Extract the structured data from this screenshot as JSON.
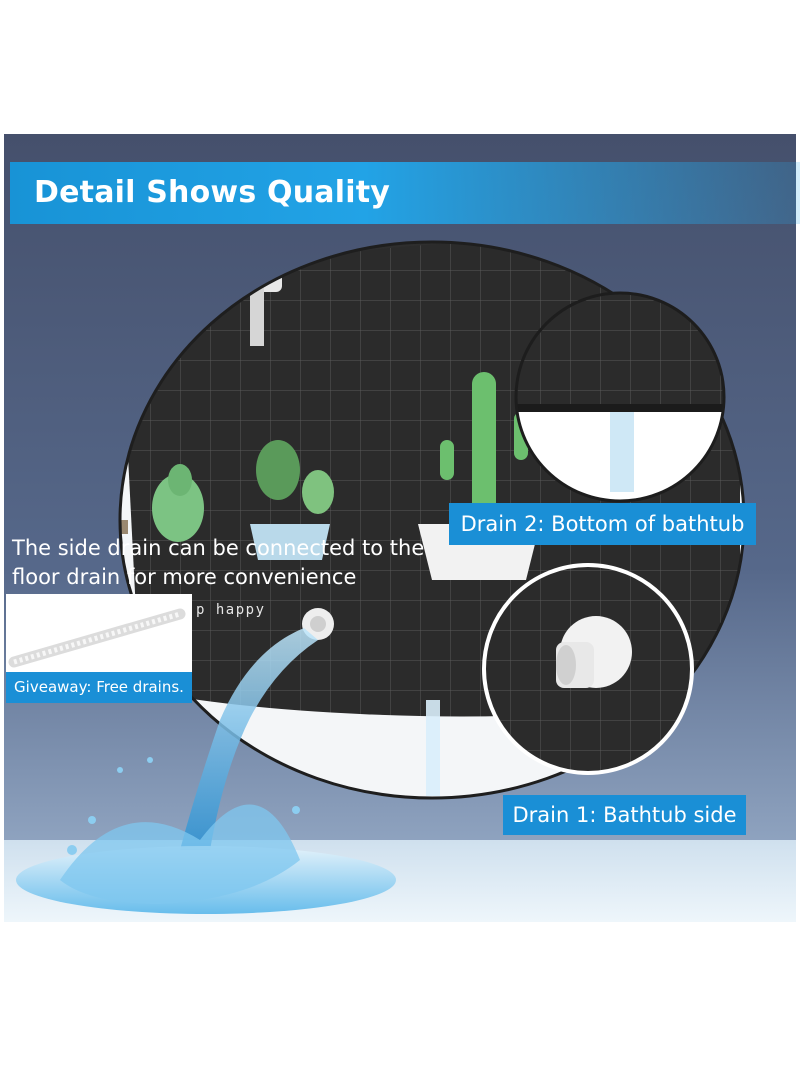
{
  "title": "Detail Shows Quality",
  "side_caption": {
    "line1": "The side drain can be connected to the",
    "line2": "floor drain for more convenience"
  },
  "giveaway_label": "Giveaway: Free drains.",
  "drain2_label": "Drain 2: Bottom of bathtub",
  "drain1_label": "Drain 1: Bathtub side",
  "tub_print_text": "p happy",
  "colors": {
    "accent_blue": "#1a8fd6",
    "backdrop": "#4d5a78",
    "tub": "#2a2a2a",
    "cactus_green": "#6fbf73"
  }
}
